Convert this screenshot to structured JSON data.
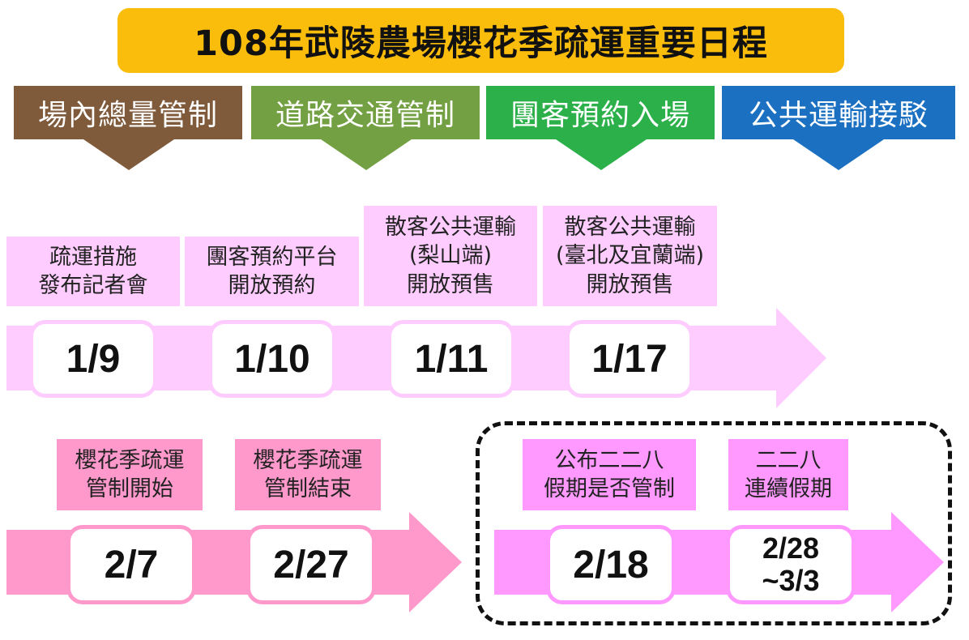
{
  "title": "108年武陵農場櫻花季疏運重要日程",
  "categories": [
    {
      "label": "場內總量管制",
      "color": "#7f5a3b"
    },
    {
      "label": "道路交通管制",
      "color": "#73a043"
    },
    {
      "label": "團客預約入場",
      "color": "#2bb04a"
    },
    {
      "label": "公共運輸接駁",
      "color": "#1b70c2"
    }
  ],
  "row1": {
    "events": [
      {
        "label": "疏運措施\n發布記者會",
        "date": "1/9"
      },
      {
        "label": "團客預約平台\n開放預約",
        "date": "1/10"
      },
      {
        "label": "散客公共運輸\n(梨山端)\n開放預售",
        "date": "1/11"
      },
      {
        "label": "散客公共運輸\n(臺北及宜蘭端)\n開放預售",
        "date": "1/17"
      }
    ]
  },
  "row2": {
    "events": [
      {
        "label": "櫻花季疏運\n管制開始",
        "date": "2/7"
      },
      {
        "label": "櫻花季疏運\n管制結束",
        "date": "2/27"
      }
    ]
  },
  "row3": {
    "events": [
      {
        "label": "公布二二八\n假期是否管制",
        "date": "2/18"
      },
      {
        "label": "二二八\n連續假期",
        "date": "2/28\n~3/3"
      }
    ]
  },
  "colors": {
    "title_bg": "#fbbd0b",
    "timeline_light": "#ffccff",
    "timeline_pink": "#ff99cc",
    "timeline_magenta": "#ff99ff"
  }
}
